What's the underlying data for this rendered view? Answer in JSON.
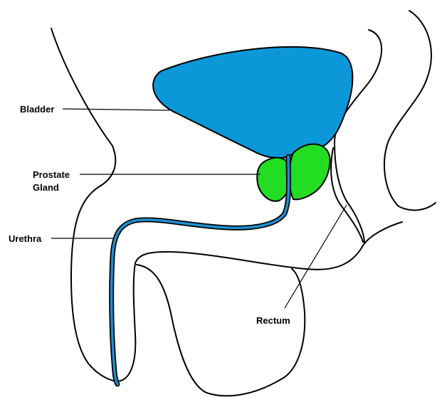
{
  "labels": {
    "bladder": "Bladder",
    "prostate_line1": "Prostate",
    "prostate_line2": "Gland",
    "urethra": "Urethra",
    "rectum": "Rectum"
  },
  "colors": {
    "bladder": "#0b97d8",
    "prostate": "#22dd22",
    "urethra": "#1e8fd0",
    "outline": "#000000",
    "background": "#ffffff"
  }
}
